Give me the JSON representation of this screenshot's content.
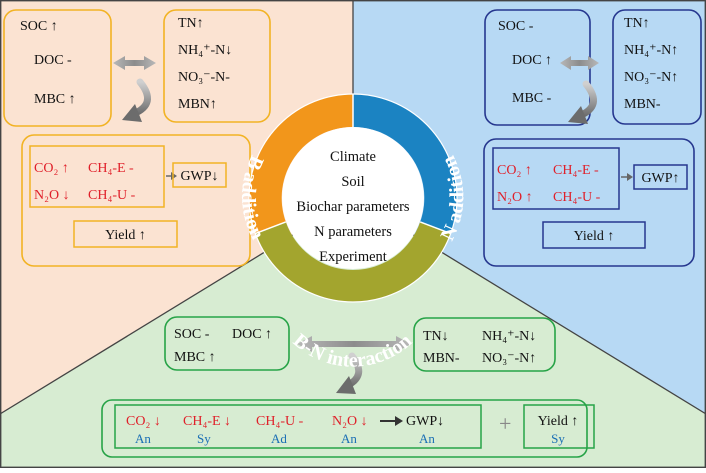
{
  "colors": {
    "b_bg": "#fbe3d2",
    "n_bg": "#b7d9f4",
    "bn_bg": "#d7ecd2",
    "b_stroke": "#f2b324",
    "n_stroke": "#26378f",
    "bn_stroke": "#27a347",
    "red": "#e0202a",
    "blue": "#1a6fb5",
    "ring_orange": "#f2961b",
    "ring_blue": "#1b83c2",
    "ring_olive": "#a3a52e"
  },
  "center": {
    "factors": [
      "Climate",
      "Soil",
      "Biochar parameters",
      "N parameters",
      "Experiment"
    ]
  },
  "ring": {
    "b_label": "B addition",
    "n_label": "N addition",
    "bn_label": "B-N interaction"
  },
  "b_panel": {
    "carbon": [
      "SOC ↑",
      "DOC -",
      "MBC ↑"
    ],
    "nitrogen": [
      "TN↑",
      "NH₄⁺-N↓",
      "NO₃⁻-N-",
      "MBN↑"
    ],
    "gas": [
      "CO₂ ↑",
      "CH₄-E -",
      "N₂O ↓",
      "CH₄-U -"
    ],
    "gwp": "GWP↓",
    "yield": "Yield ↑"
  },
  "n_panel": {
    "carbon": [
      "SOC -",
      "DOC ↑",
      "MBC -"
    ],
    "nitrogen": [
      "TN↑",
      "NH₄⁺-N↑",
      "NO₃⁻-N↑",
      "MBN-"
    ],
    "gas": [
      "CO₂ ↑",
      "CH₄-E -",
      "N₂O ↑",
      "CH₄-U -"
    ],
    "gwp": "GWP↑",
    "yield": "Yield ↑"
  },
  "bn_panel": {
    "carbon": [
      "SOC -",
      "DOC ↑",
      "MBC ↑"
    ],
    "nitrogen": [
      "TN↓",
      "NH₄⁺-N↓",
      "MBN-",
      "NO₃⁻-N↑"
    ],
    "gas": [
      {
        "label": "CO₂ ↓",
        "type": "An"
      },
      {
        "label": "CH₄-E ↓",
        "type": "Sy"
      },
      {
        "label": "CH₄-U -",
        "type": "Ad"
      },
      {
        "label": "N₂O ↓",
        "type": "An"
      }
    ],
    "gwp": "GWP↓",
    "gwp_type": "An",
    "plus": "+",
    "yield": "Yield ↑",
    "yield_type": "Sy"
  }
}
